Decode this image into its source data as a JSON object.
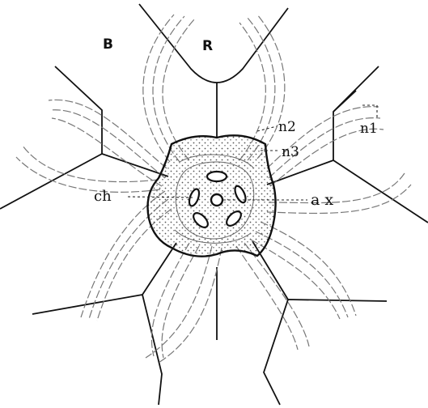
{
  "figure": {
    "labels": {
      "B": "B",
      "R": "R",
      "n1": "n1",
      "n2": "n2",
      "n3": "n3",
      "ch": "ch",
      "ax": "a x"
    }
  }
}
